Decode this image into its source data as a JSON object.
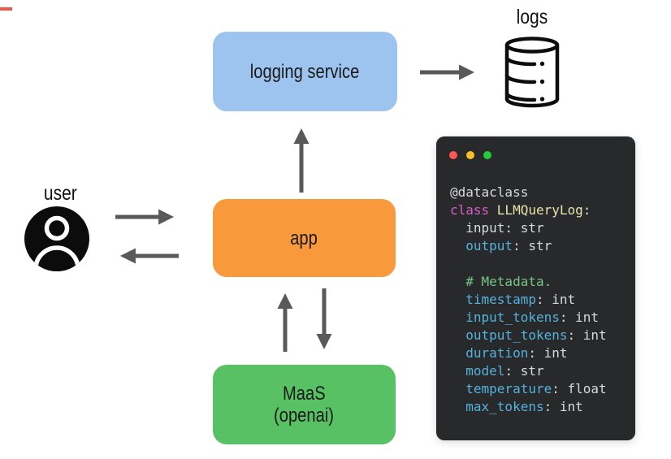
{
  "top_accent": {
    "color": "#f25749"
  },
  "diagram": {
    "user": {
      "label": "user",
      "icon_color": "#0c0c0c"
    },
    "logs": {
      "label": "logs",
      "icon_color": "#0d0d0d"
    },
    "boxes": {
      "logging_service": {
        "label": "logging service",
        "color": "#9cc4ef"
      },
      "app": {
        "label": "app",
        "color": "#f8993c"
      },
      "maas": {
        "label_line1": "MaaS",
        "label_line2": "(openai)",
        "color": "#58c164"
      }
    },
    "arrows": {
      "color": "#595959",
      "connections": [
        "user to app",
        "app to user",
        "app to logging service",
        "MaaS to app",
        "app to MaaS",
        "logging service to logs"
      ]
    }
  },
  "code_window": {
    "background": "#28292b",
    "traffic_lights": [
      "#fc5753",
      "#fdbc2e",
      "#27c93f"
    ],
    "text_colors": {
      "fg": "#d7dadd",
      "kw": "#d45fc5",
      "cls": "#e6e3a8",
      "field": "#54b2dd",
      "comment": "#75c585"
    },
    "lines": [
      [
        {
          "t": "@dataclass",
          "c": "fg"
        }
      ],
      [
        {
          "t": "class ",
          "c": "kw"
        },
        {
          "t": "LLMQueryLog",
          "c": "cls"
        },
        {
          "t": ":",
          "c": "fg"
        }
      ],
      [
        {
          "t": "  input: str",
          "c": "fg"
        }
      ],
      [
        {
          "t": "  ",
          "c": "fg"
        },
        {
          "t": "output",
          "c": "field"
        },
        {
          "t": ": str",
          "c": "fg"
        }
      ],
      [],
      [
        {
          "t": "  ",
          "c": "fg"
        },
        {
          "t": "# Metadata.",
          "c": "comment"
        }
      ],
      [
        {
          "t": "  ",
          "c": "fg"
        },
        {
          "t": "timestamp",
          "c": "field"
        },
        {
          "t": ": int",
          "c": "fg"
        }
      ],
      [
        {
          "t": "  ",
          "c": "fg"
        },
        {
          "t": "input_tokens",
          "c": "field"
        },
        {
          "t": ": int",
          "c": "fg"
        }
      ],
      [
        {
          "t": "  ",
          "c": "fg"
        },
        {
          "t": "output_tokens",
          "c": "field"
        },
        {
          "t": ": int",
          "c": "fg"
        }
      ],
      [
        {
          "t": "  ",
          "c": "fg"
        },
        {
          "t": "duration",
          "c": "field"
        },
        {
          "t": ": int",
          "c": "fg"
        }
      ],
      [
        {
          "t": "  ",
          "c": "fg"
        },
        {
          "t": "model",
          "c": "field"
        },
        {
          "t": ": str",
          "c": "fg"
        }
      ],
      [
        {
          "t": "  ",
          "c": "fg"
        },
        {
          "t": "temperature",
          "c": "field"
        },
        {
          "t": ": float",
          "c": "fg"
        }
      ],
      [
        {
          "t": "  ",
          "c": "fg"
        },
        {
          "t": "max_tokens",
          "c": "field"
        },
        {
          "t": ": int",
          "c": "fg"
        }
      ]
    ]
  }
}
